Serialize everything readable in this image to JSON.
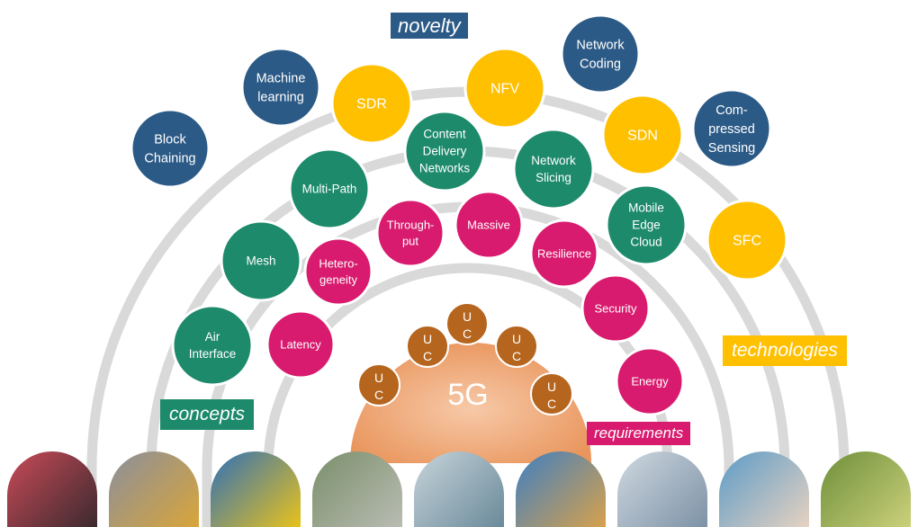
{
  "tags": {
    "novelty": "novelty",
    "concepts": "concepts",
    "technologies": "technologies",
    "requirements": "requirements"
  },
  "core": {
    "label": "5G",
    "uc_top": "U",
    "uc_bottom": "C"
  },
  "colors": {
    "novelty": "#2b5a86",
    "technology": "#ffc000",
    "concept": "#1d8a6b",
    "requirement": "#d81b6e",
    "uc": "#b5651d",
    "ring": "#d9d9d9"
  },
  "nodes": {
    "novelty": [
      {
        "lines": [
          "Block",
          "Chaining"
        ]
      },
      {
        "lines": [
          "Machine",
          "learning"
        ]
      },
      {
        "lines": [
          "Network",
          "Coding"
        ]
      },
      {
        "lines": [
          "Com-",
          "pressed",
          "Sensing"
        ]
      }
    ],
    "technologies": [
      {
        "lines": [
          "SDR"
        ]
      },
      {
        "lines": [
          "NFV"
        ]
      },
      {
        "lines": [
          "SDN"
        ]
      },
      {
        "lines": [
          "SFC"
        ]
      }
    ],
    "concepts": [
      {
        "lines": [
          "Air",
          "Interface"
        ]
      },
      {
        "lines": [
          "Mesh"
        ]
      },
      {
        "lines": [
          "Multi-Path"
        ]
      },
      {
        "lines": [
          "Content",
          "Delivery",
          "Networks"
        ]
      },
      {
        "lines": [
          "Network",
          "Slicing"
        ]
      },
      {
        "lines": [
          "Mobile",
          "Edge",
          "Cloud"
        ]
      }
    ],
    "requirements": [
      {
        "lines": [
          "Latency"
        ]
      },
      {
        "lines": [
          "Hetero-",
          "geneity"
        ]
      },
      {
        "lines": [
          "Through-",
          "put"
        ]
      },
      {
        "lines": [
          "Massive"
        ]
      },
      {
        "lines": [
          "Resilience"
        ]
      },
      {
        "lines": [
          "Security"
        ]
      },
      {
        "lines": [
          "Energy"
        ]
      }
    ]
  },
  "photos": [
    {
      "name": "photo-vr-gaming",
      "c1": "#c94a58",
      "c2": "#3b2a2e"
    },
    {
      "name": "photo-factory-tablet",
      "c1": "#8a8f9c",
      "c2": "#d9a53a"
    },
    {
      "name": "photo-drone",
      "c1": "#2f6fb7",
      "c2": "#e8c21c"
    },
    {
      "name": "photo-highway",
      "c1": "#7a8f6a",
      "c2": "#b9bcb3"
    },
    {
      "name": "photo-robot",
      "c1": "#c7d4da",
      "c2": "#6a8a9a"
    },
    {
      "name": "photo-construction",
      "c1": "#3e7fc2",
      "c2": "#d7a14b"
    },
    {
      "name": "photo-smart-city",
      "c1": "#cfd8e0",
      "c2": "#7d92a6"
    },
    {
      "name": "photo-healthcare",
      "c1": "#5c9bc7",
      "c2": "#e6d2c1"
    },
    {
      "name": "photo-agriculture",
      "c1": "#6e8f3a",
      "c2": "#cbd07a"
    }
  ]
}
